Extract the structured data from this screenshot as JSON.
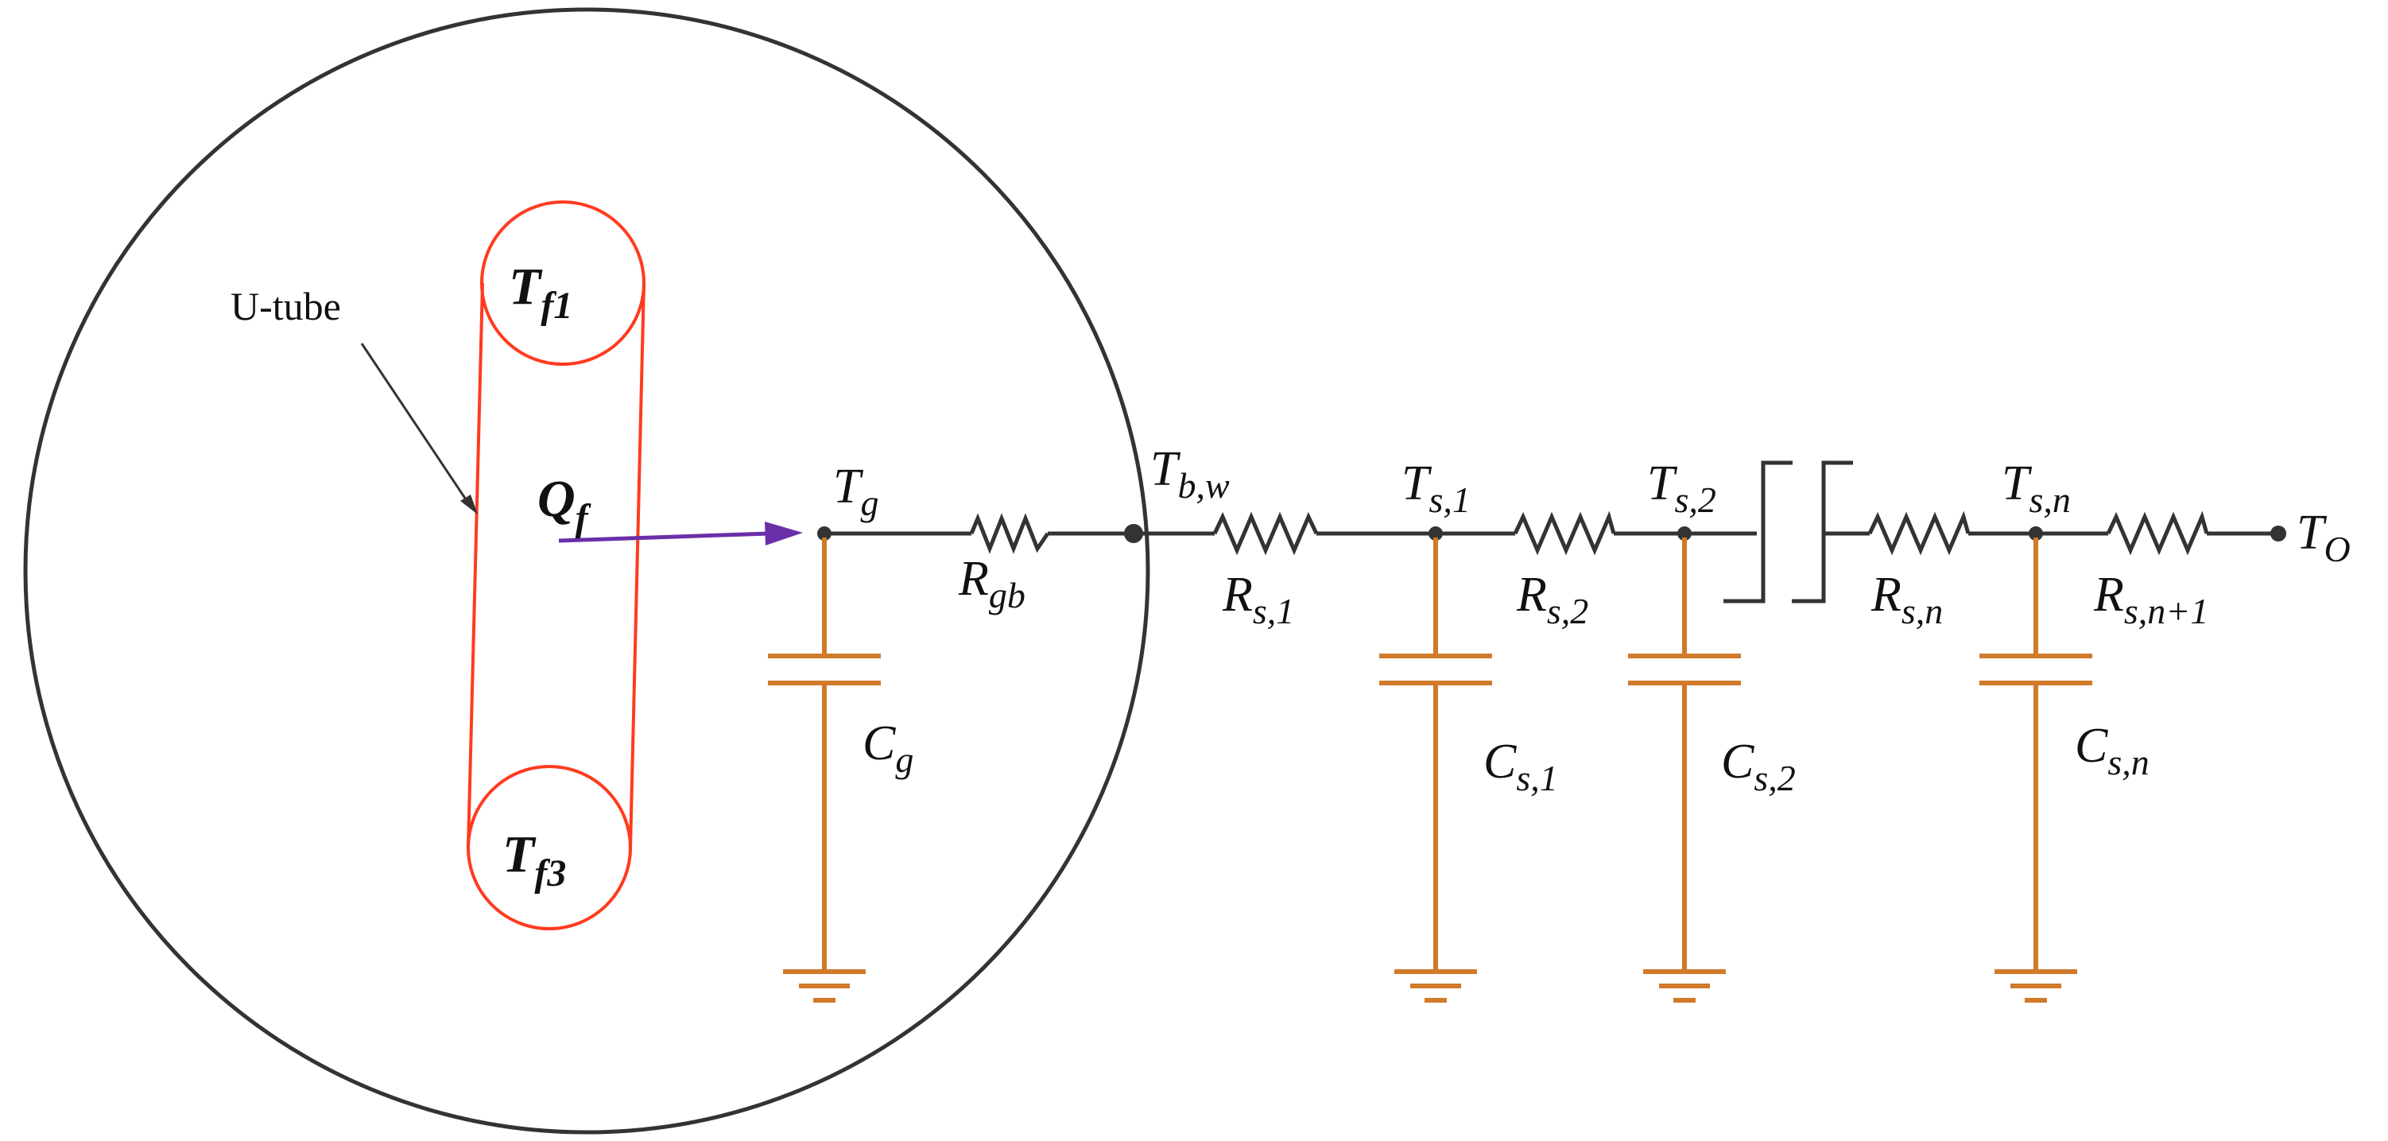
{
  "colors": {
    "wire": "#333333",
    "tube": "#ff3b1f",
    "capacitor": "#d07a2a",
    "arrow": "#6b2fa8",
    "text": "#111111"
  },
  "labels": {
    "utube": "U-tube",
    "tf1": {
      "main": "T",
      "sub": "f1"
    },
    "tf3": {
      "main": "T",
      "sub": "f3"
    },
    "qf": {
      "main": "Q",
      "sub": "f"
    },
    "tg": {
      "main": "T",
      "sub": "g"
    },
    "tbw": {
      "main": "T",
      "sub": "b,w"
    },
    "ts1": {
      "main": "T",
      "sub": "s,1"
    },
    "ts2": {
      "main": "T",
      "sub": "s,2"
    },
    "tsn": {
      "main": "T",
      "sub": "s,n"
    },
    "to": {
      "main": "T",
      "sub": "O"
    },
    "rgb": {
      "main": "R",
      "sub": "gb"
    },
    "rs1": {
      "main": "R",
      "sub": "s,1"
    },
    "rs2": {
      "main": "R",
      "sub": "s,2"
    },
    "rsn": {
      "main": "R",
      "sub": "s,n"
    },
    "rsn1": {
      "main": "R",
      "sub": "s,n+1"
    },
    "cg": {
      "main": "C",
      "sub": "g"
    },
    "cs1": {
      "main": "C",
      "sub": "s,1"
    },
    "cs2": {
      "main": "C",
      "sub": "s,2"
    },
    "csn": {
      "main": "C",
      "sub": "s,n"
    }
  }
}
